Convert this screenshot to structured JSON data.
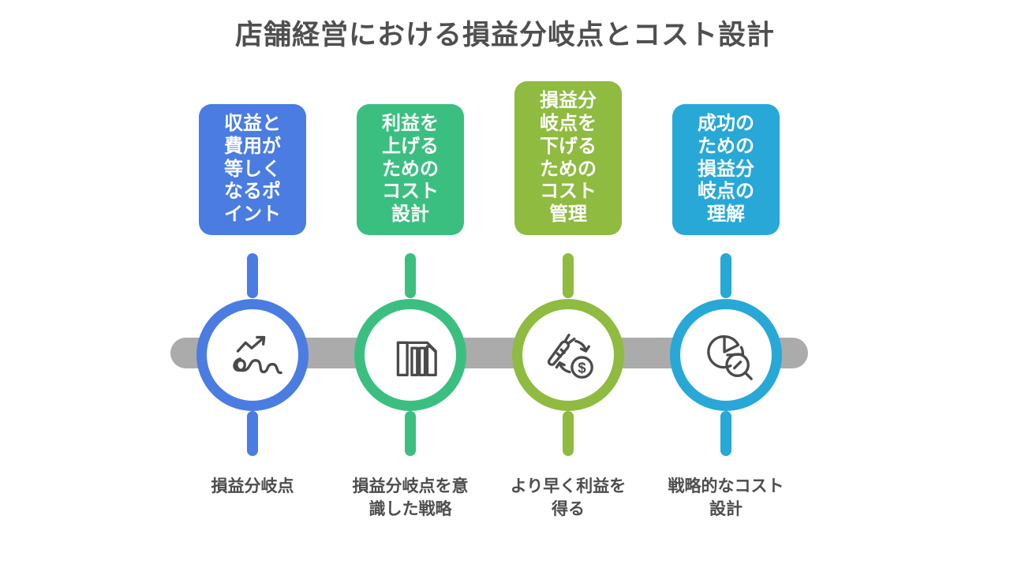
{
  "title": "店舗経営における損益分岐点とコスト設計",
  "colors": {
    "timeline_bar": "#ababab",
    "title_text": "#4f4f4f",
    "label_text": "#4d4d4d",
    "icon_stroke": "#4a4a4a",
    "box_text": "#ffffff"
  },
  "columns": [
    {
      "color": "#4a7ce1",
      "top_text": "収益と費用が等しくなるポイント",
      "bottom_label": "損益分岐点",
      "icon": "trend-scribble-icon"
    },
    {
      "color": "#3bbf81",
      "top_text": "利益を上げるためのコスト設計",
      "bottom_label": "損益分岐点を意識した戦略",
      "icon": "books-shelf-icon"
    },
    {
      "color": "#8ebb40",
      "top_text": "損益分岐点を下げるためのコスト管理",
      "bottom_label": "より早く利益を得る",
      "icon": "goods-money-exchange-icon"
    },
    {
      "color": "#27a8d7",
      "top_text": "成功のための損益分岐点の理解",
      "bottom_label": "戦略的なコスト設計",
      "icon": "pie-chart-magnifier-icon"
    }
  ]
}
